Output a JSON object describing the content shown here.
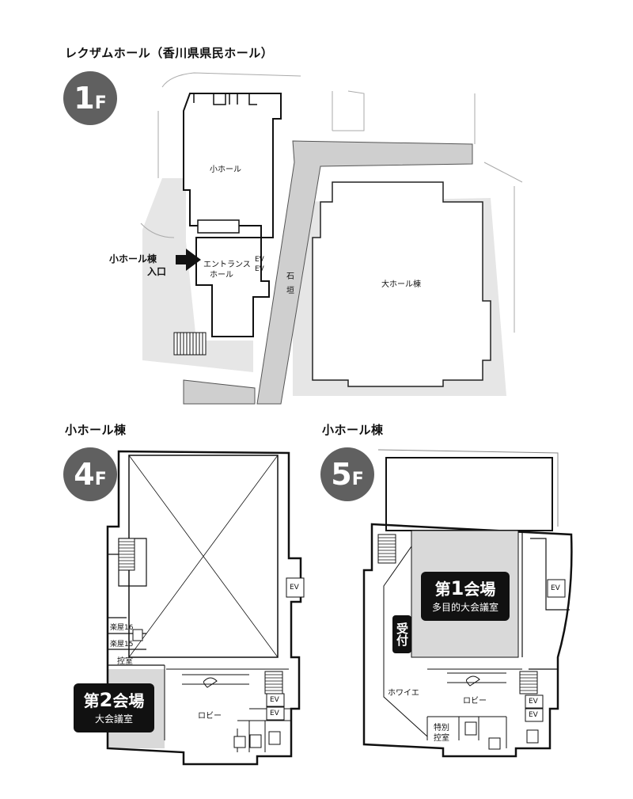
{
  "title": "レクザムホール（香川県県民ホール）",
  "floors": {
    "f1": {
      "num": "1",
      "f": "F"
    },
    "f4": {
      "num": "4",
      "f": "F",
      "heading": "小ホール棟"
    },
    "f5": {
      "num": "5",
      "f": "F",
      "heading": "小ホール棟"
    }
  },
  "map1": {
    "small_hall": "小ホール",
    "entrance_line1": "小ホール棟",
    "entrance_line2": "入口",
    "entrance_hall_line1": "エントランス",
    "entrance_hall_line2": "ホール",
    "ev1": "EV",
    "ev2": "EV",
    "stone_wall_1": "石",
    "stone_wall_2": "垣",
    "large_hall": "大ホール棟"
  },
  "map4": {
    "green_room_16": "楽屋16",
    "green_room_15": "楽屋15",
    "waiting_room": "控室",
    "lobby": "ロビー",
    "ev_a": "EV",
    "ev_b": "EV",
    "ev_c": "EV",
    "venue_title_pre": "第",
    "venue_title_num": "2",
    "venue_title_post": "会場",
    "venue_sub": "大会議室"
  },
  "map5": {
    "venue_title_pre": "第",
    "venue_title_num": "1",
    "venue_title_post": "会場",
    "venue_sub": "多目的大会議室",
    "reception": "受付",
    "foyer": "ホワイエ",
    "lobby": "ロビー",
    "special_waiting_1": "特別",
    "special_waiting_2": "控室",
    "ev_a": "EV",
    "ev_b": "EV",
    "ev_c": "EV"
  },
  "colors": {
    "badge": "#606060",
    "ground": "#e6e6e6",
    "venue_fill": "#d9d9d9",
    "callout": "#111111"
  }
}
